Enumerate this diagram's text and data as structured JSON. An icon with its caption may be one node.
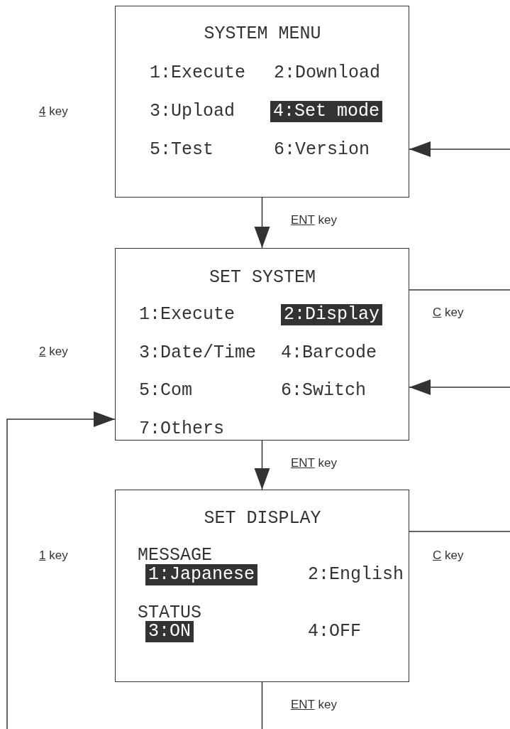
{
  "diagram": {
    "nodes": [
      {
        "text": [
          "SYSTEM MENU",
          "1:Execute",
          "2:Download",
          "3:Upload",
          "4:Set mode",
          "5:Test",
          "6:Version"
        ],
        "beside": [
          "4 key"
        ]
      },
      {
        "text": [
          "SET SYSTEM",
          "1:Execute",
          "2:Display",
          "3:Date/Time",
          "4:Barcode",
          "5:Com",
          "6:Switch",
          "7:Others"
        ],
        "beside": [
          "2 key"
        ]
      },
      {
        "text": [
          "SET DISPLAY",
          "MESSAGE",
          "1:Japanese",
          "2:English",
          "STATUS",
          "3:ON",
          "4:OFF"
        ],
        "beside": [
          "1 key"
        ]
      }
    ],
    "edges": [
      {
        "from": null,
        "to": 0,
        "arrow": "to"
      },
      {
        "from": 0,
        "to": 1,
        "arrow": "to",
        "label": "ENT key"
      },
      {
        "from": 1,
        "to": null,
        "arrow": "none",
        "label": "C key"
      },
      {
        "from": null,
        "to": 1,
        "arrow": "to"
      },
      {
        "from": null,
        "to": 1,
        "arrow": "to"
      },
      {
        "from": 1,
        "to": 2,
        "arrow": "to",
        "label": "ENT key"
      },
      {
        "from": 2,
        "to": null,
        "arrow": "none",
        "label": "C key"
      },
      {
        "from": 2,
        "to": null,
        "arrow": "none",
        "label": "ENT key"
      }
    ]
  }
}
